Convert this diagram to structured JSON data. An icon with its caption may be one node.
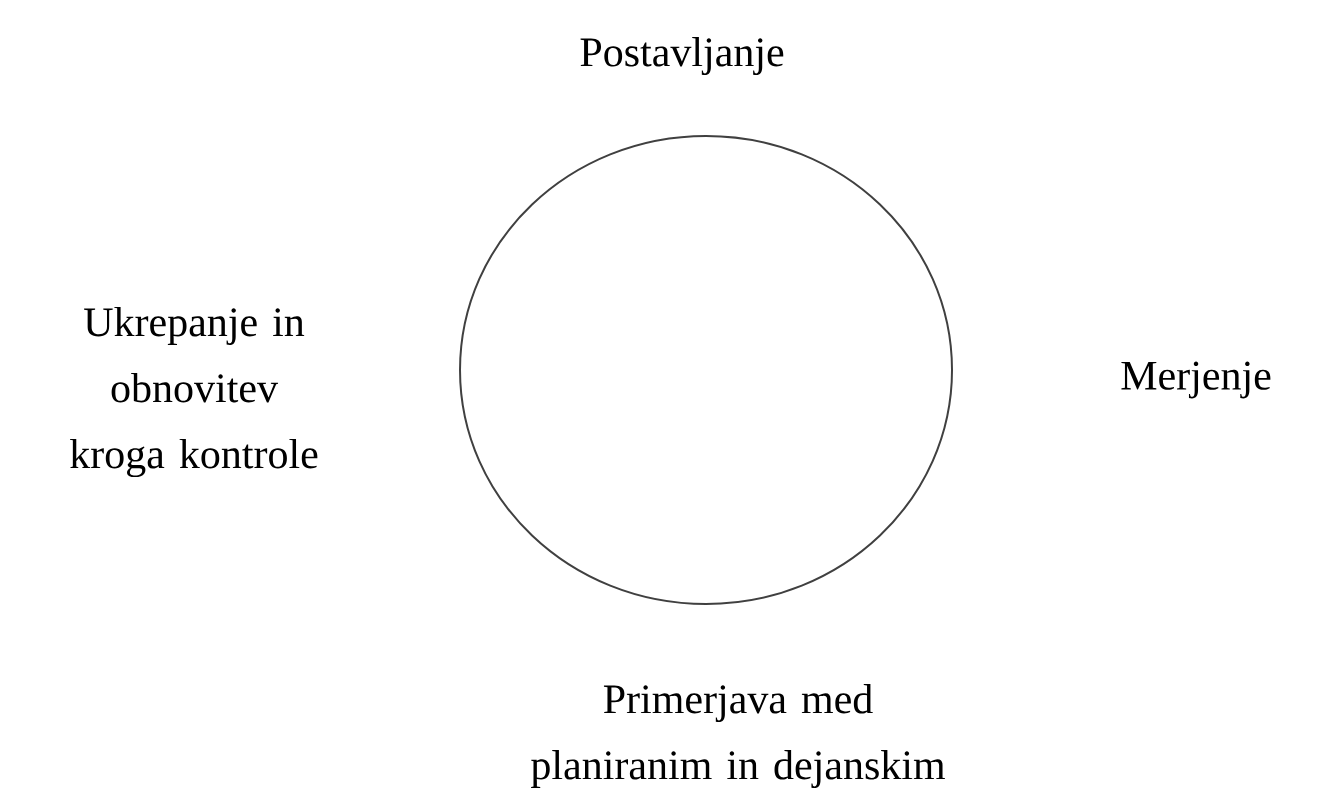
{
  "diagram": {
    "nodes": [
      {
        "text": [],
        "shape": "circle"
      }
    ],
    "labels": [
      "Postavljanje",
      "Ukrepanje in obnovitev kroga kontrole",
      "Merjenje",
      "Primerjava med planiranim in dejanskim"
    ]
  }
}
